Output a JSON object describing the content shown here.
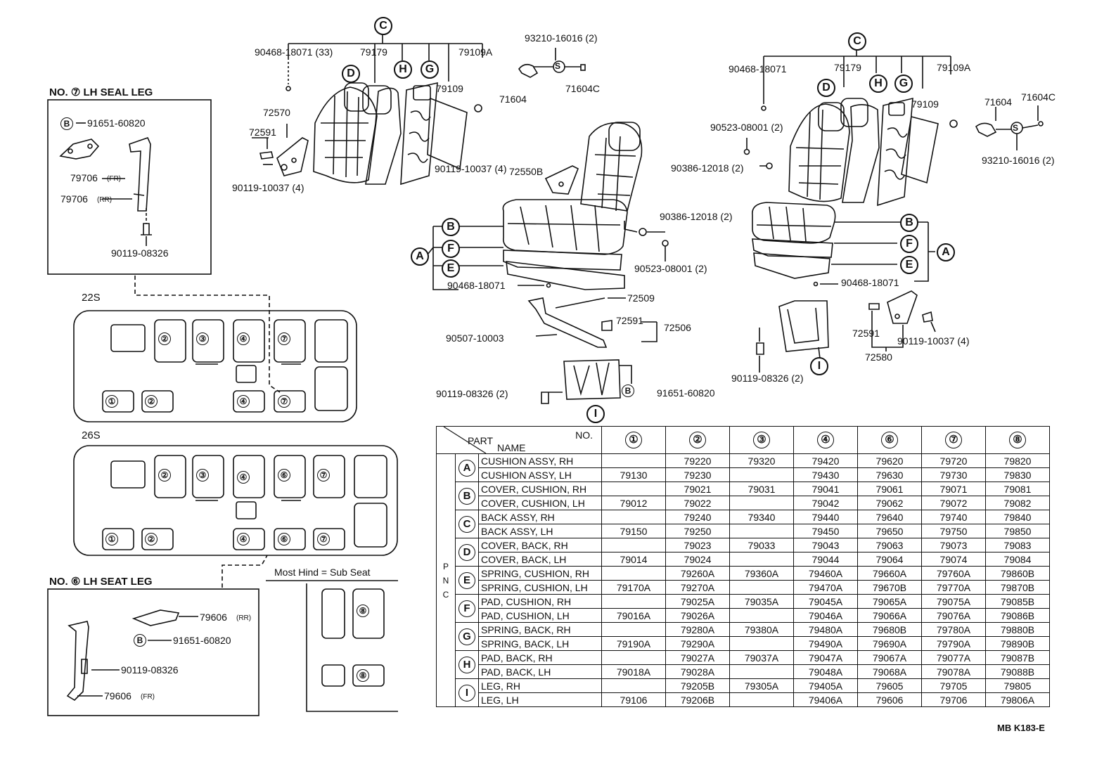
{
  "inset_lh7": {
    "title": "NO. ⑦ LH SEAL LEG",
    "parts": [
      "91651-60820",
      "79706",
      "(FR)",
      "79706",
      "(RR)",
      "90119-08326"
    ],
    "ref": "B"
  },
  "inset_lh6": {
    "title": "NO. ⑥ LH SEAT LEG",
    "parts": [
      "79606",
      "(RR)",
      "91651-60820",
      "90119-08326",
      "79606",
      "(FR)"
    ],
    "ref": "B"
  },
  "layouts": {
    "s22": "22S",
    "s26": "26S",
    "subseat": "Most Hind = Sub Seat",
    "seat_nums_22": [
      "②",
      "③",
      "④",
      "⑦",
      "①",
      "②",
      "④",
      "⑦"
    ],
    "seat_nums_26": [
      "②",
      "③",
      "④",
      "⑥",
      "⑦",
      "①",
      "②",
      "④",
      "⑥",
      "⑦"
    ],
    "seat_nums_sub": [
      "⑧",
      "⑧"
    ]
  },
  "callouts": {
    "left": [
      "90468-18071 (33)",
      "79179",
      "79109A",
      "79109",
      "72570",
      "72591",
      "90119-10037 (4)",
      "93210-16016 (2)",
      "71604",
      "71604C"
    ],
    "center": [
      "72550B",
      "90119-10037 (4)",
      "90386-12018 (2)",
      "90523-08001 (2)",
      "90468-18071",
      "72509",
      "72591",
      "72506",
      "90507-10003",
      "90119-08326 (2)",
      "91651-60820"
    ],
    "right": [
      "90468-18071",
      "79179",
      "79109A",
      "79109",
      "71604",
      "71604C",
      "93210-16016 (2)",
      "90523-08001 (2)",
      "90386-12018 (2)",
      "90468-18071",
      "72591",
      "90119-10037 (4)",
      "72580",
      "90119-08326 (2)"
    ],
    "letters": [
      "C",
      "D",
      "H",
      "G",
      "S",
      "B",
      "F",
      "E",
      "A",
      "I"
    ]
  },
  "table": {
    "header_part": "PART",
    "header_name": "NAME",
    "header_no": "NO.",
    "pnc": [
      "P",
      "N",
      "C"
    ],
    "columns": [
      "①",
      "②",
      "③",
      "④",
      "⑥",
      "⑦",
      "⑧"
    ],
    "groups": [
      {
        "letter": "A",
        "rows": [
          {
            "name": "CUSHION ASSY, RH",
            "vals": [
              "",
              "79220",
              "79320",
              "79420",
              "79620",
              "79720",
              "79820"
            ]
          },
          {
            "name": "CUSHION ASSY, LH",
            "vals": [
              "79130",
              "79230",
              "",
              "79430",
              "79630",
              "79730",
              "79830"
            ]
          }
        ]
      },
      {
        "letter": "B",
        "rows": [
          {
            "name": "COVER, CUSHION, RH",
            "vals": [
              "",
              "79021",
              "79031",
              "79041",
              "79061",
              "79071",
              "79081"
            ]
          },
          {
            "name": "COVER, CUSHION, LH",
            "vals": [
              "79012",
              "79022",
              "",
              "79042",
              "79062",
              "79072",
              "79082"
            ]
          }
        ]
      },
      {
        "letter": "C",
        "rows": [
          {
            "name": "BACK ASSY, RH",
            "vals": [
              "",
              "79240",
              "79340",
              "79440",
              "79640",
              "79740",
              "79840"
            ]
          },
          {
            "name": "BACK ASSY, LH",
            "vals": [
              "79150",
              "79250",
              "",
              "79450",
              "79650",
              "79750",
              "79850"
            ]
          }
        ]
      },
      {
        "letter": "D",
        "rows": [
          {
            "name": "COVER, BACK, RH",
            "vals": [
              "",
              "79023",
              "79033",
              "79043",
              "79063",
              "79073",
              "79083"
            ]
          },
          {
            "name": "COVER, BACK, LH",
            "vals": [
              "79014",
              "79024",
              "",
              "79044",
              "79064",
              "79074",
              "79084"
            ]
          }
        ]
      },
      {
        "letter": "E",
        "rows": [
          {
            "name": "SPRING, CUSHION, RH",
            "vals": [
              "",
              "79260A",
              "79360A",
              "79460A",
              "79660A",
              "79760A",
              "79860B"
            ]
          },
          {
            "name": "SPRING, CUSHION, LH",
            "vals": [
              "79170A",
              "79270A",
              "",
              "79470A",
              "79670B",
              "79770A",
              "79870B"
            ]
          }
        ]
      },
      {
        "letter": "F",
        "rows": [
          {
            "name": "PAD, CUSHION, RH",
            "vals": [
              "",
              "79025A",
              "79035A",
              "79045A",
              "79065A",
              "79075A",
              "79085B"
            ]
          },
          {
            "name": "PAD, CUSHION, LH",
            "vals": [
              "79016A",
              "79026A",
              "",
              "79046A",
              "79066A",
              "79076A",
              "79086B"
            ]
          }
        ]
      },
      {
        "letter": "G",
        "rows": [
          {
            "name": "SPRING, BACK, RH",
            "vals": [
              "",
              "79280A",
              "79380A",
              "79480A",
              "79680B",
              "79780A",
              "79880B"
            ]
          },
          {
            "name": "SPRING, BACK, LH",
            "vals": [
              "79190A",
              "79290A",
              "",
              "79490A",
              "79690A",
              "79790A",
              "79890B"
            ]
          }
        ]
      },
      {
        "letter": "H",
        "rows": [
          {
            "name": "PAD, BACK, RH",
            "vals": [
              "",
              "79027A",
              "79037A",
              "79047A",
              "79067A",
              "79077A",
              "79087B"
            ]
          },
          {
            "name": "PAD, BACK, LH",
            "vals": [
              "79018A",
              "79028A",
              "",
              "79048A",
              "79068A",
              "79078A",
              "79088B"
            ]
          }
        ]
      },
      {
        "letter": "I",
        "rows": [
          {
            "name": "LEG, RH",
            "vals": [
              "",
              "79205B",
              "79305A",
              "79405A",
              "79605",
              "79705",
              "79805"
            ]
          },
          {
            "name": "LEG, LH",
            "vals": [
              "79106",
              "79206B",
              "",
              "79406A",
              "79606",
              "79706",
              "79806A"
            ]
          }
        ]
      }
    ]
  },
  "drawing_code": "MB K183-E"
}
